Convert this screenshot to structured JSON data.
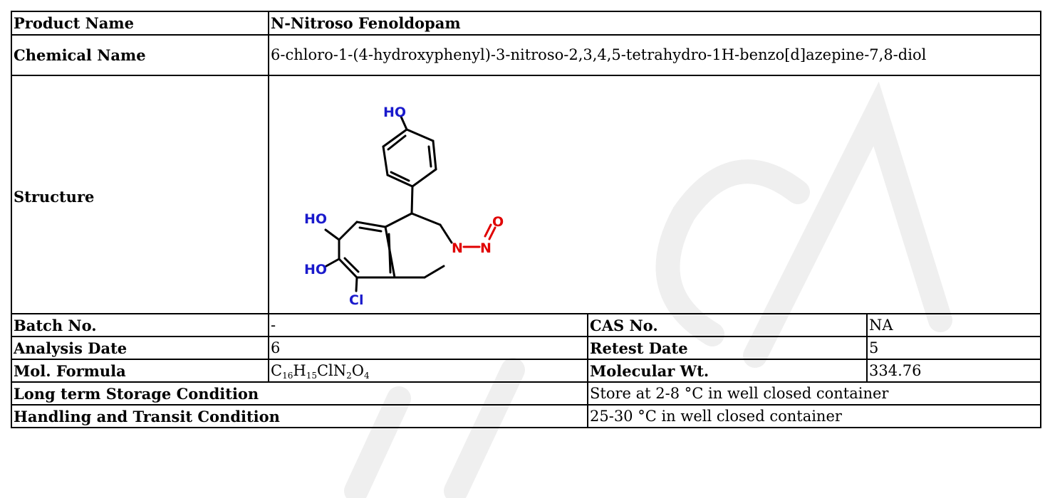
{
  "product": {
    "label": "Product Name",
    "value": "N-Nitroso Fenoldopam"
  },
  "chemical": {
    "label": "Chemical Name",
    "value": "6-chloro-1-(4-hydroxyphenyl)-3-nitroso-2,3,4,5-tetrahydro-1H-benzo[d]azepine-7,8-diol"
  },
  "structure": {
    "label": "Structure",
    "atoms": {
      "ho_top": "HO",
      "ho_mid": "HO",
      "ho_bot": "HO",
      "n1": "N",
      "n2": "N",
      "o": "O",
      "cl": "Cl"
    },
    "colors": {
      "bond": "#000000",
      "hydroxyl": "#1a1acc",
      "nitroso": "#e00000",
      "chlorine": "#1a1acc"
    }
  },
  "batch": {
    "label": "Batch No.",
    "value": "-"
  },
  "cas": {
    "label": "CAS No.",
    "value": "NA"
  },
  "analysis": {
    "label": "Analysis Date",
    "value": "6"
  },
  "retest": {
    "label": "Retest Date",
    "value": "5"
  },
  "formula": {
    "label": "Mol. Formula",
    "parts": [
      {
        "t": "C",
        "s": "16"
      },
      {
        "t": "H",
        "s": "15"
      },
      {
        "t": "ClN",
        "s": "2"
      },
      {
        "t": "O",
        "s": "4"
      }
    ]
  },
  "mw": {
    "label": "Molecular Wt.",
    "value": "334.76"
  },
  "storage": {
    "label": "Long term Storage Condition",
    "value": "Store at 2-8 °C in well closed container"
  },
  "handling": {
    "label": "Handling and Transit Condition",
    "value": "25-30 °C in well closed container"
  },
  "watermark_color": "#eeeeee"
}
